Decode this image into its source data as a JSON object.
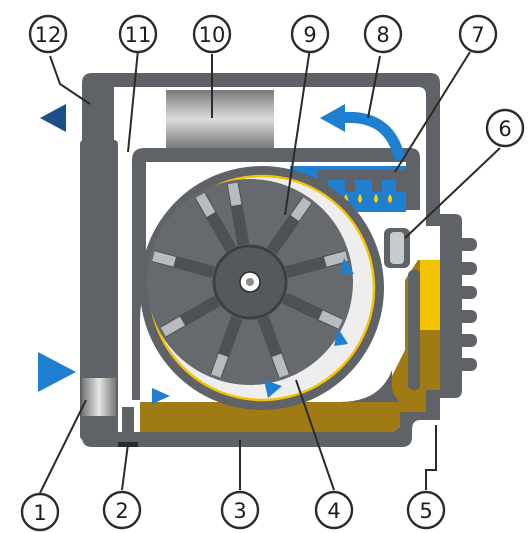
{
  "callouts": [
    {
      "id": "1",
      "label": "1"
    },
    {
      "id": "2",
      "label": "2"
    },
    {
      "id": "3",
      "label": "3"
    },
    {
      "id": "4",
      "label": "4"
    },
    {
      "id": "5",
      "label": "5"
    },
    {
      "id": "6",
      "label": "6"
    },
    {
      "id": "7",
      "label": "7"
    },
    {
      "id": "8",
      "label": "8"
    },
    {
      "id": "9",
      "label": "9"
    },
    {
      "id": "10",
      "label": "10"
    },
    {
      "id": "11",
      "label": "11"
    },
    {
      "id": "12",
      "label": "12"
    }
  ],
  "colors": {
    "housing": "#5f6266",
    "housing_dark": "#4d5054",
    "oil": "#a07a12",
    "oil_light": "#f2c400",
    "cavity": "#eeeeee",
    "rotor": "#666a6f",
    "vane_tip": "#b8bcc0",
    "blue_flow": "#1f7fd0",
    "arrow_blue": "#1c4e8a",
    "yellow_line": "#f2c400",
    "drop": "#ffd000",
    "outline": "#2b2b2b"
  }
}
